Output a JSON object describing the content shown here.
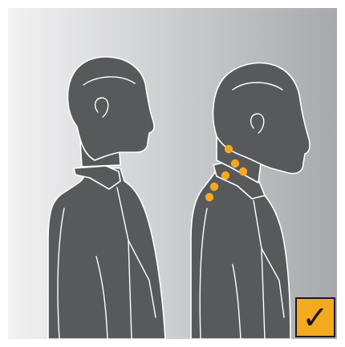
{
  "illustration": {
    "figures": [
      {
        "name": "upright-posture-figure"
      },
      {
        "name": "forward-head-posture-figure"
      }
    ],
    "pain_points_count": 6,
    "badge": {
      "icon": "checkmark-icon",
      "glyph": "✓"
    }
  },
  "colors": {
    "background_light": "#f2f2f3",
    "background_dark": "#a7a9ac",
    "figure": "#58595b",
    "outline": "#ffffff",
    "pain_point": "#f5a91f",
    "badge_fill": "#f5a91f",
    "badge_border": "#1a1a1a"
  }
}
